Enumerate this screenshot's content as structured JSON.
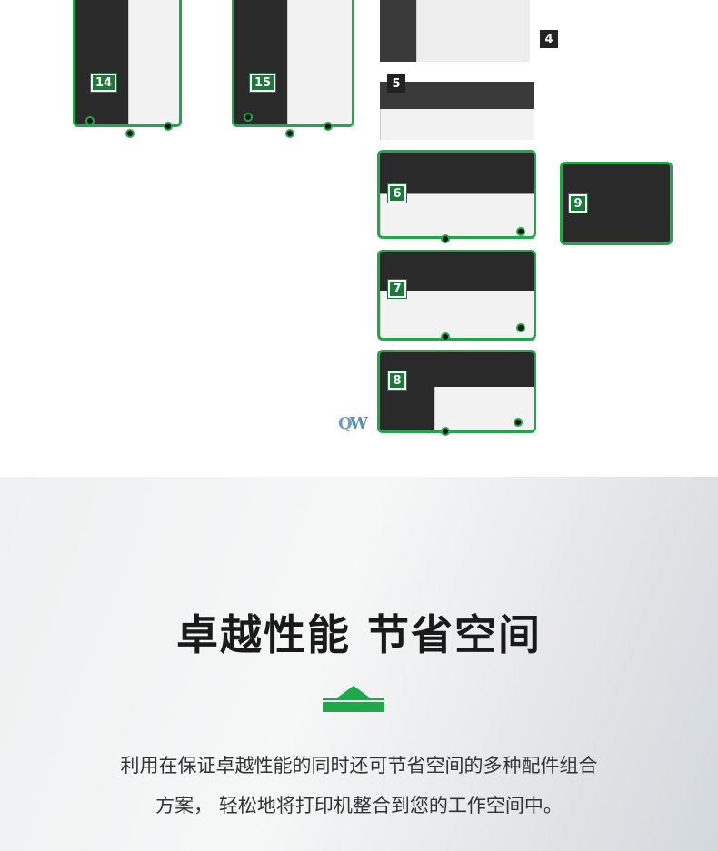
{
  "accessories": [
    {
      "label": "14"
    },
    {
      "label": "15"
    },
    {
      "label": "4"
    },
    {
      "label": "5"
    },
    {
      "label": "6"
    },
    {
      "label": "9"
    },
    {
      "label": "7"
    },
    {
      "label": "8"
    }
  ],
  "watermark": "QW",
  "section": {
    "title": "卓越性能 节省空间",
    "description_line1": "利用在保证卓越性能的同时还可节省空间的多种配件组合",
    "description_line2": "方案， 轻松地将打印机整合到您的工作空间中。"
  },
  "colors": {
    "accent": "#1fa84a",
    "badge": "#1a7a3a"
  }
}
